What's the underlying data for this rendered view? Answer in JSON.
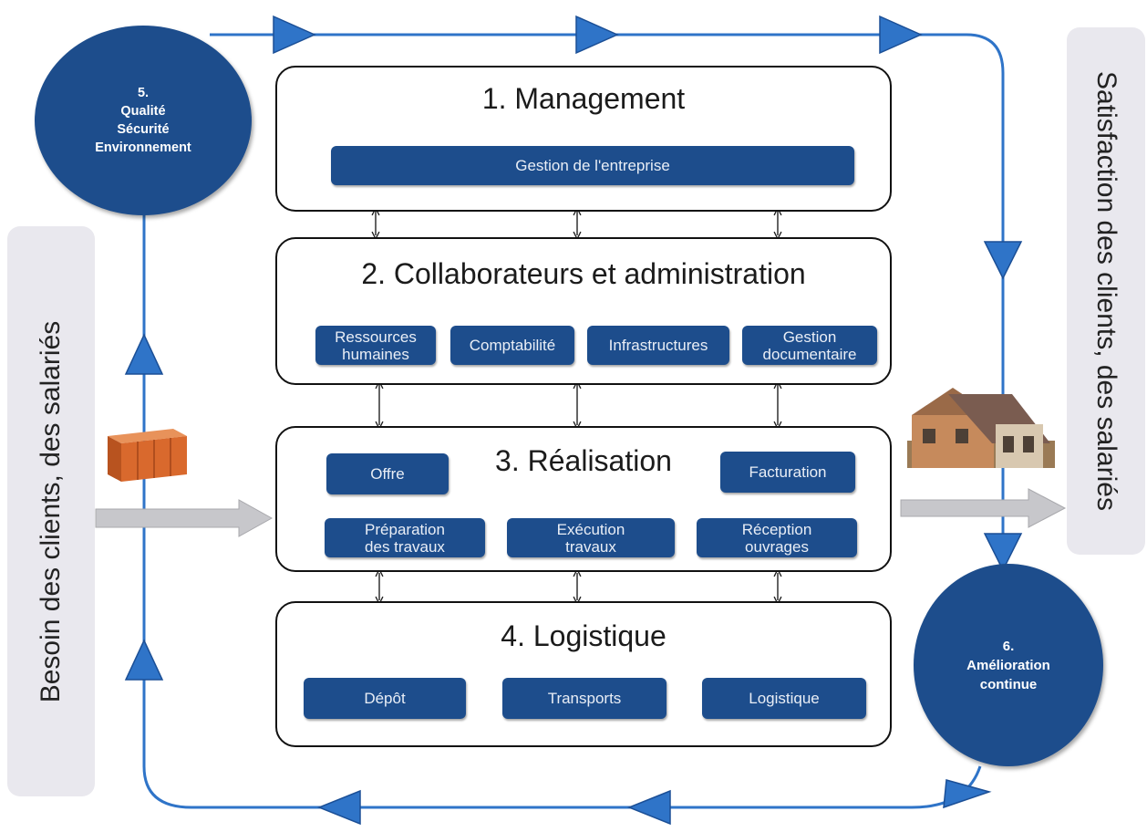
{
  "left_panel": {
    "label": "Besoin des clients, des salariés"
  },
  "right_panel": {
    "label": "Satisfaction des clients, des salariés"
  },
  "circle_quality": {
    "label": "5.\nQualité\nSécurité\nEnvironnement"
  },
  "circle_improvement": {
    "label": "6.\nAmélioration\ncontinue"
  },
  "management": {
    "title": "1. Management",
    "items": [
      "Gestion de l'entreprise"
    ]
  },
  "administration": {
    "title": "2. Collaborateurs et administration",
    "items": [
      "Ressources\nhumaines",
      "Comptabilité",
      "Infrastructures",
      "Gestion\ndocumentaire"
    ]
  },
  "realisation": {
    "title": "3. Réalisation",
    "items": [
      "Offre",
      "Facturation",
      "Préparation\ndes travaux",
      "Exécution\ntravaux",
      "Réception\nouvrages"
    ]
  },
  "logistique": {
    "title": "4. Logistique",
    "items": [
      "Dépôt",
      "Transports",
      "Logistique"
    ]
  },
  "colors": {
    "flow_blue": "#2f74c8",
    "node_blue": "#1d4d8c",
    "side_panel": "#e9e8ee"
  },
  "icons": {
    "input": "brick-icon",
    "output": "house-icon"
  }
}
